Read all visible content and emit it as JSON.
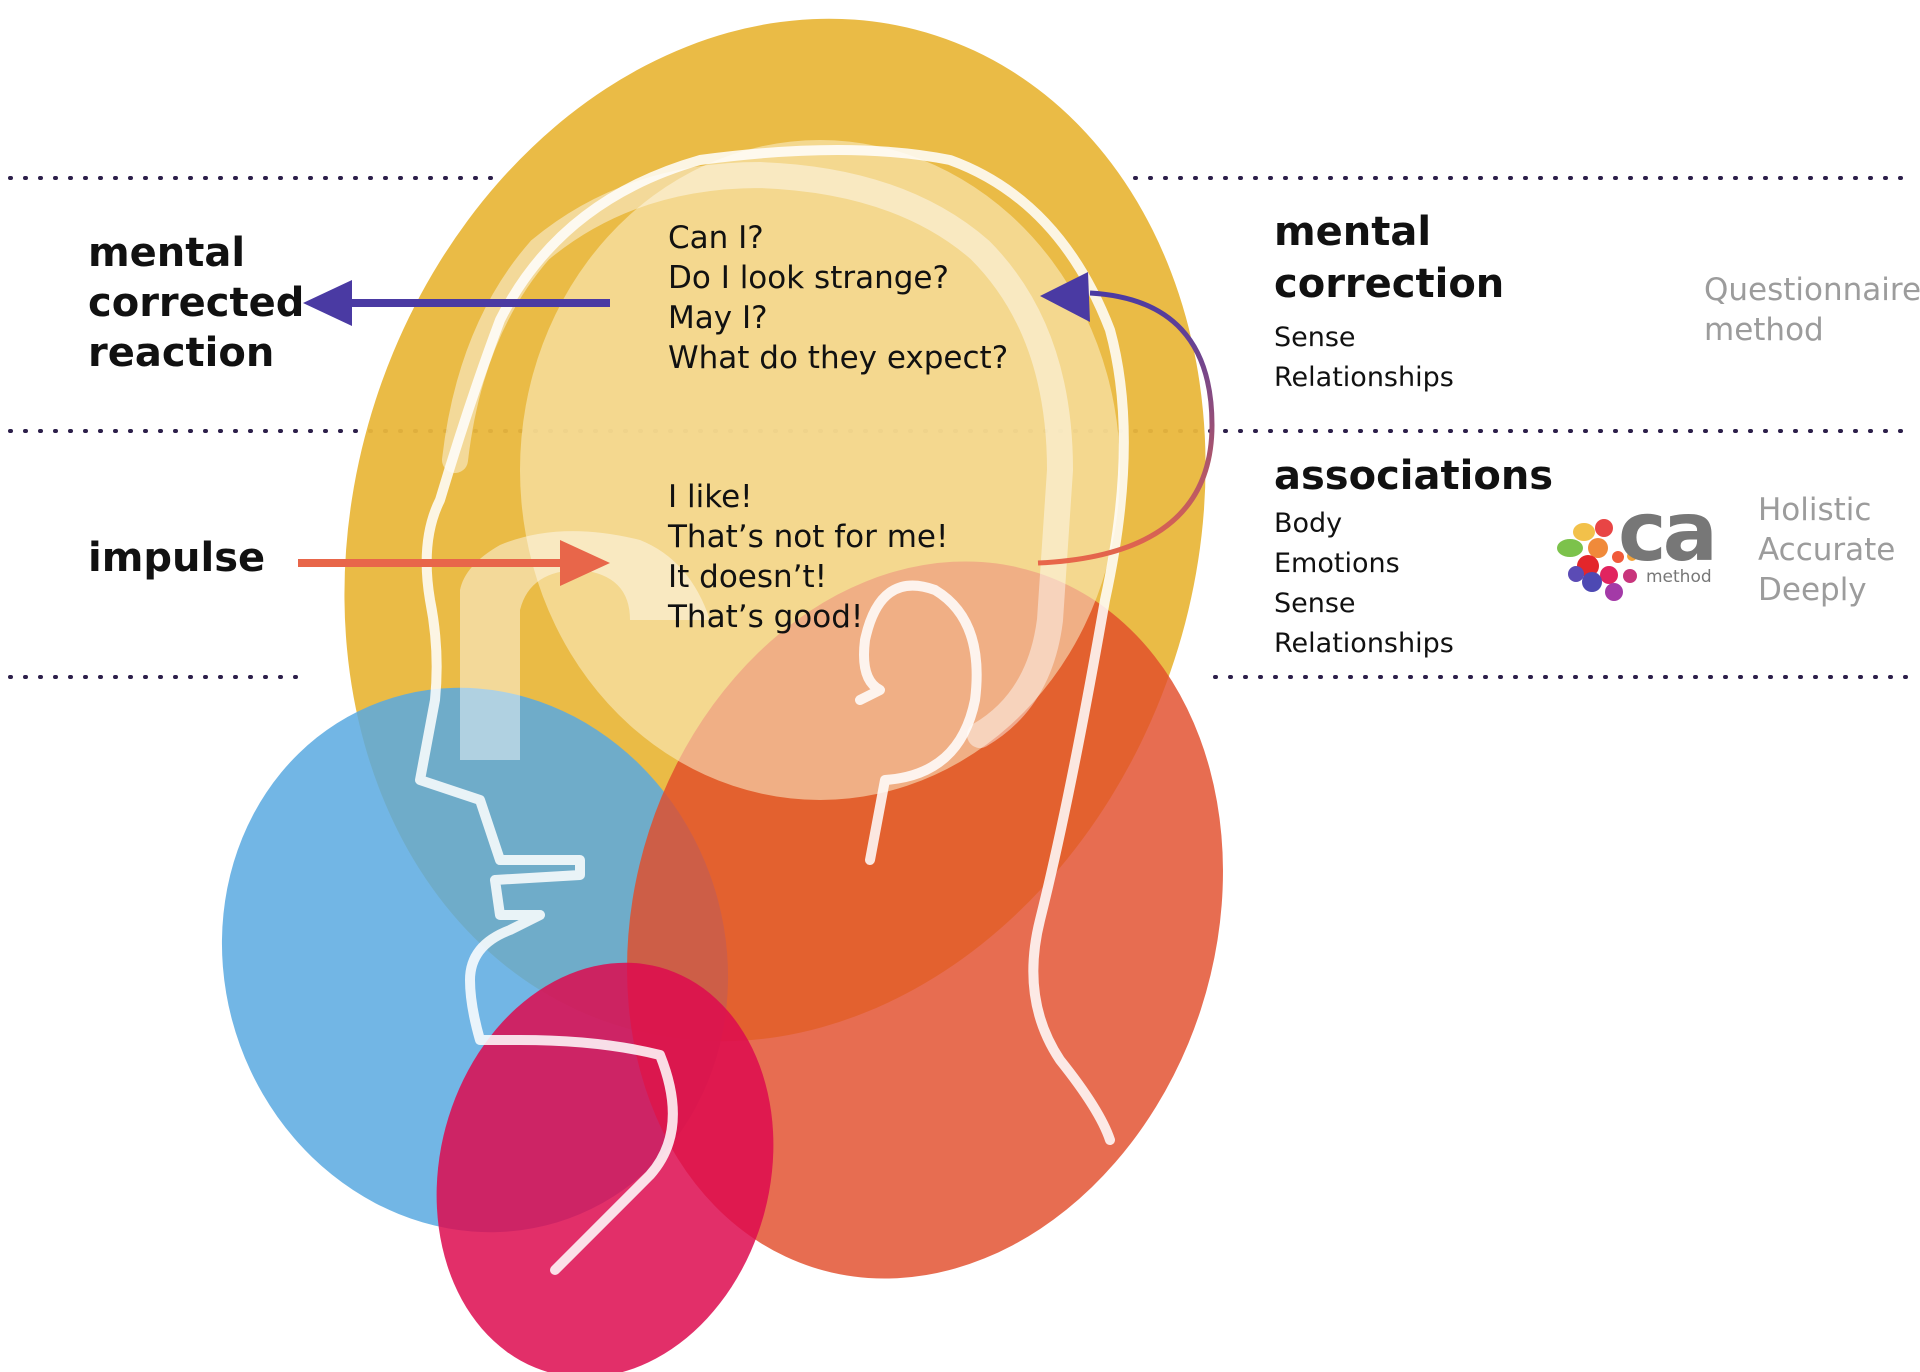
{
  "colors": {
    "yellow": "#e9b73c",
    "blue": "#6db6e4",
    "orange_red": "#e45a3c",
    "magenta": "#dd1155",
    "purple_arrow": "#4a3aa3",
    "orange_arrow": "#e8664a",
    "dotted_line": "#2c1f4a",
    "head_outline": "#ffffff"
  },
  "left": {
    "reaction_lines": [
      "mental",
      "corrected",
      "reaction"
    ],
    "impulse": "impulse"
  },
  "center": {
    "upper_thoughts": [
      "Can I?",
      "Do I look strange?",
      "May I?",
      "What do they expect?"
    ],
    "lower_thoughts": [
      "I like!",
      "That’s not for me!",
      "It doesn’t!",
      "That’s good!"
    ]
  },
  "right": {
    "correction_lines": [
      "mental",
      "correction"
    ],
    "correction_items": [
      "Sense",
      "Relationships"
    ],
    "associations": "associations",
    "associations_items": [
      "Body",
      "Emotions",
      "Sense",
      "Relationships"
    ],
    "questionnaire_lines": [
      "Questionnaire",
      "method"
    ],
    "logo_text": "ca",
    "logo_subtext": "method",
    "holistic_lines": [
      "Holistic",
      "Accurate",
      "Deeply"
    ]
  }
}
